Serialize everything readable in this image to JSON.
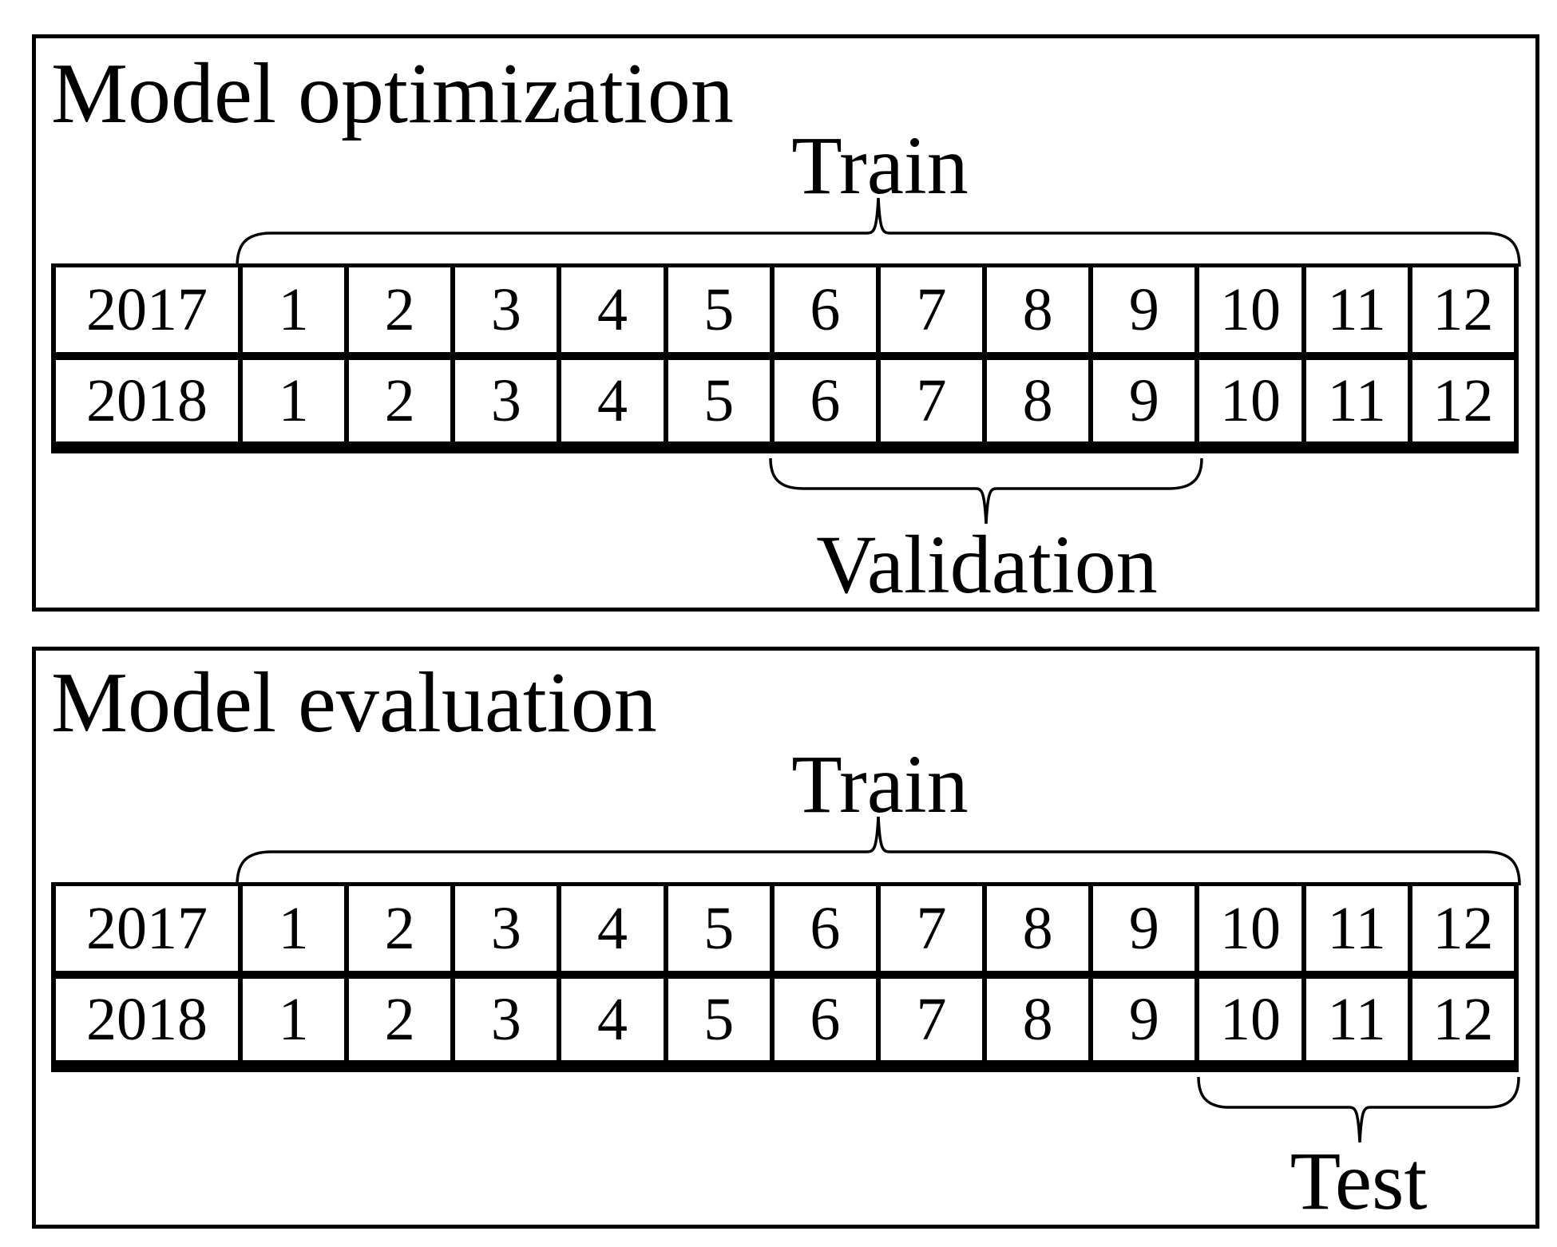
{
  "figure": {
    "panels": [
      {
        "title": "Model optimization",
        "top_brace_label": "Train",
        "top_brace_span": {
          "row": "2017",
          "months_from": 1,
          "months_to": 12
        },
        "bottom_brace_label": "Validation",
        "bottom_brace_span": {
          "row": "2018",
          "months_from": 6,
          "months_to": 9
        }
      },
      {
        "title": "Model evaluation",
        "top_brace_label": "Train",
        "top_brace_span": {
          "row": "2017",
          "months_from": 1,
          "months_to": 12
        },
        "bottom_brace_label": "Test",
        "bottom_brace_span": {
          "row": "2018",
          "months_from": 10,
          "months_to": 12
        }
      }
    ],
    "years": [
      "2017",
      "2018"
    ],
    "months": [
      "1",
      "2",
      "3",
      "4",
      "5",
      "6",
      "7",
      "8",
      "9",
      "10",
      "11",
      "12"
    ],
    "colors": {
      "ink": "#000000",
      "background": "#ffffff"
    }
  }
}
